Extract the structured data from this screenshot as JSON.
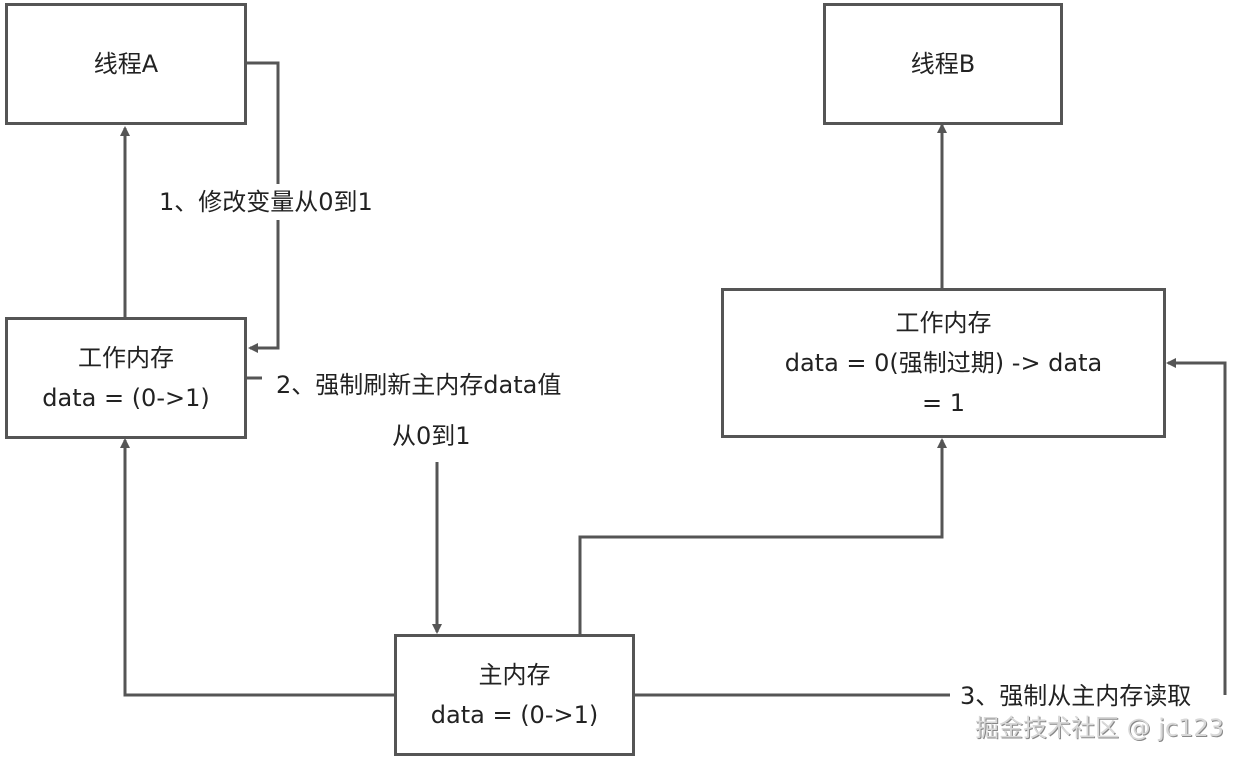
{
  "nodes": {
    "thread_a": {
      "title": "线程A"
    },
    "work_mem_a": {
      "title": "工作内存",
      "value": "data = (0->1)"
    },
    "thread_b": {
      "title": "线程B"
    },
    "work_mem_b": {
      "title": "工作内存",
      "value_line1": "data = 0(强制过期) -> data",
      "value_line2": "= 1"
    },
    "main_mem": {
      "title": "主内存",
      "value": "data = (0->1)"
    }
  },
  "edges": {
    "step1": "1、修改变量从0到1",
    "step2_line1": "2、强制刷新主内存data值",
    "step2_line2": "从0到1",
    "step3": "3、强制从主内存读取"
  },
  "watermark": "掘金技术社区 @ jc123",
  "colors": {
    "line": "#555555",
    "box_border": "#555555"
  }
}
